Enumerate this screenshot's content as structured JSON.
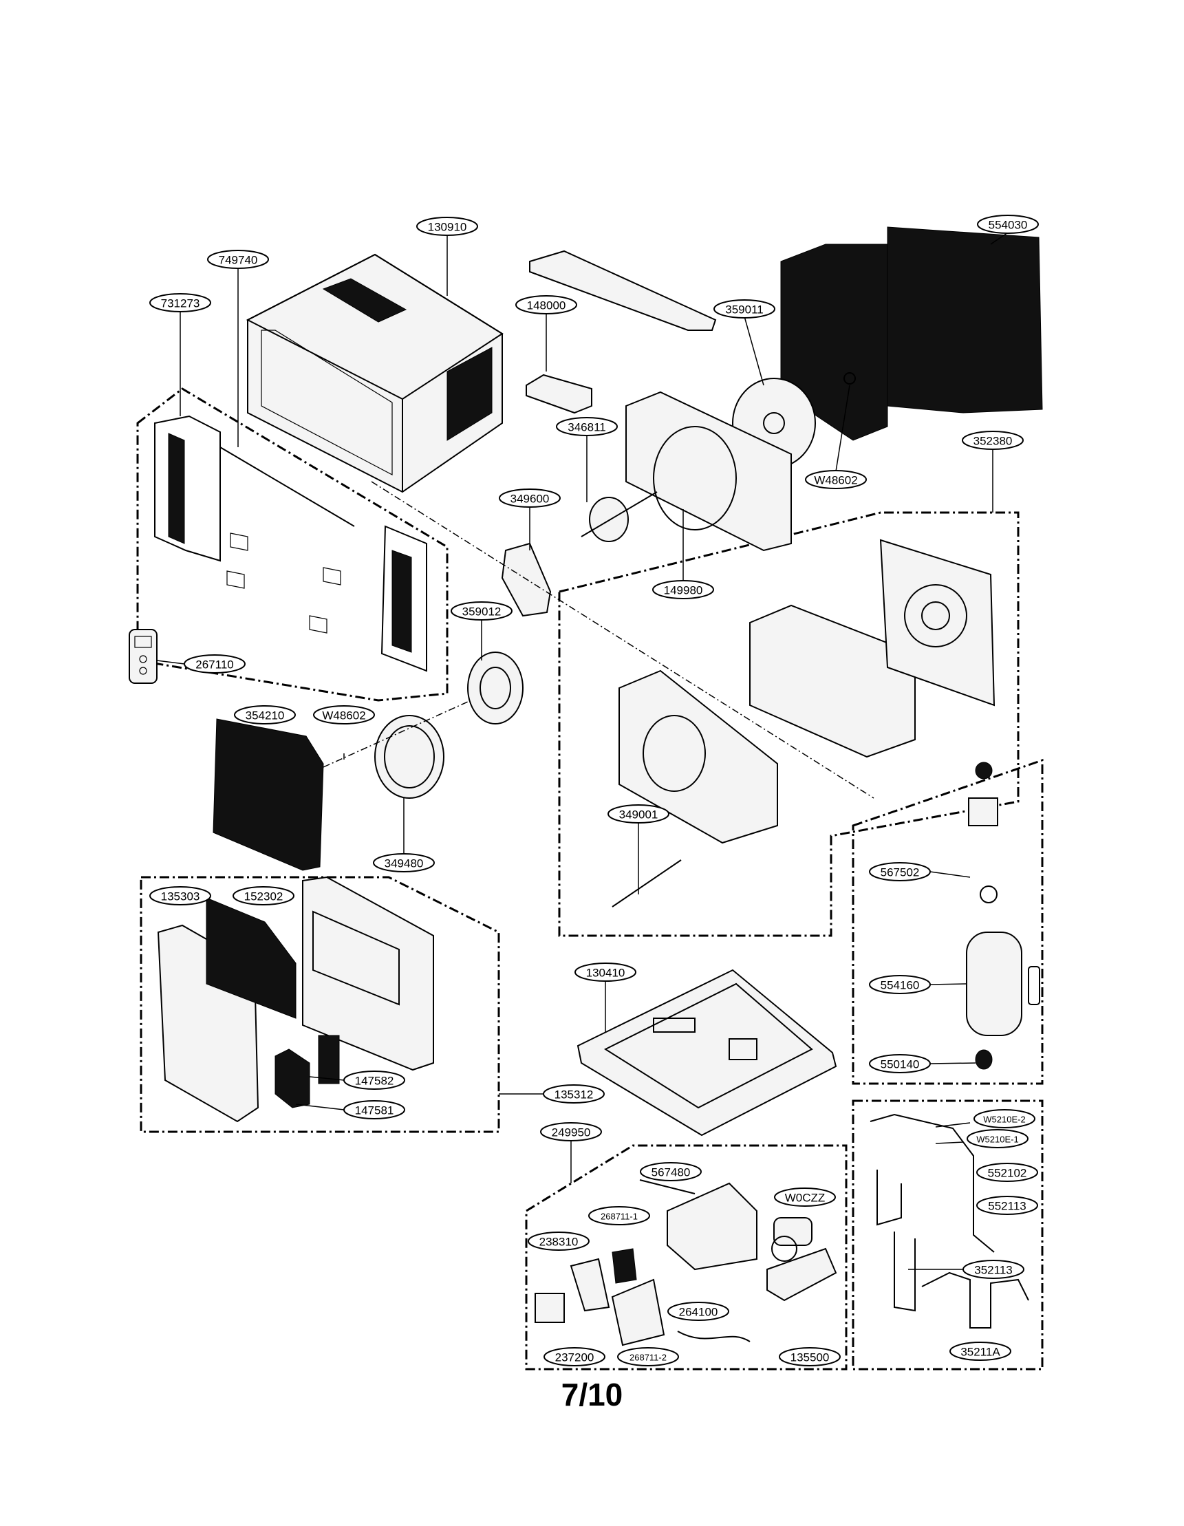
{
  "page_number": "7/10",
  "part_labels": {
    "p130910": "130910",
    "p749740": "749740",
    "p731273": "731273",
    "p148000": "148000",
    "p554030": "554030",
    "p359011": "359011",
    "p346811": "346811",
    "pW48602_top": "W48602",
    "p352380": "352380",
    "p349600": "349600",
    "p149980": "149980",
    "p359012": "359012",
    "p267110": "267110",
    "p354210": "354210",
    "pW48602_mid": "W48602",
    "p349480": "349480",
    "p349001": "349001",
    "p567502": "567502",
    "p554160": "554160",
    "p550140": "550140",
    "p135303": "135303",
    "p152302": "152302",
    "p147582": "147582",
    "p147581": "147581",
    "p135312": "135312",
    "p130410": "130410",
    "p249950": "249950",
    "p567480": "567480",
    "pW0CZZ": "W0CZZ",
    "p268711_1": "268711-1",
    "p238310": "238310",
    "p264100": "264100",
    "p237200": "237200",
    "p268711_2": "268711-2",
    "p135500": "135500",
    "pW5210E_2": "W5210E-2",
    "pW5210E_1": "W5210E-1",
    "p552102": "552102",
    "p552113": "552113",
    "p352113": "352113",
    "p35211A": "35211A"
  }
}
